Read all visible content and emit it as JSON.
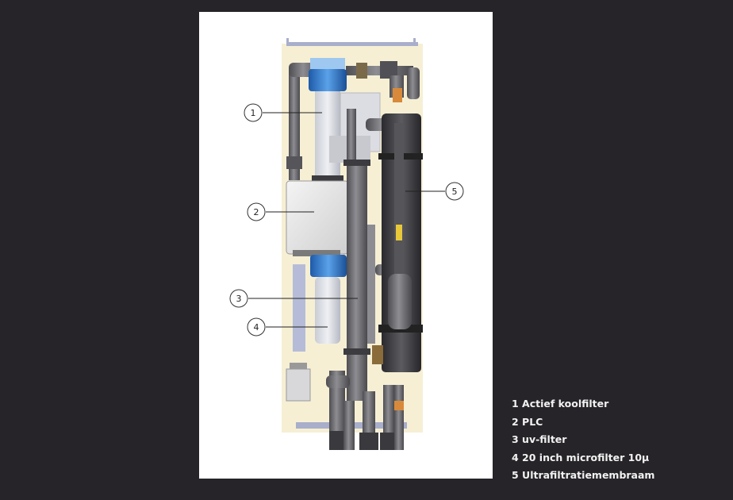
{
  "diagram": {
    "callouts": [
      "1",
      "2",
      "3",
      "4",
      "5"
    ]
  },
  "legend": [
    "1 Actief koolfilter",
    "2 PLC",
    "3 uv-filter",
    "4 20 inch microfilter 10µ",
    "5 Ultrafiltratiemembraam"
  ],
  "colors": {
    "background": "#262428",
    "panel": "#ffffff",
    "frame": "#f6efd4",
    "pipe": "#6d6d70",
    "filter_cap": "#3a7fcf",
    "uv_housing": "#3c3c40"
  }
}
